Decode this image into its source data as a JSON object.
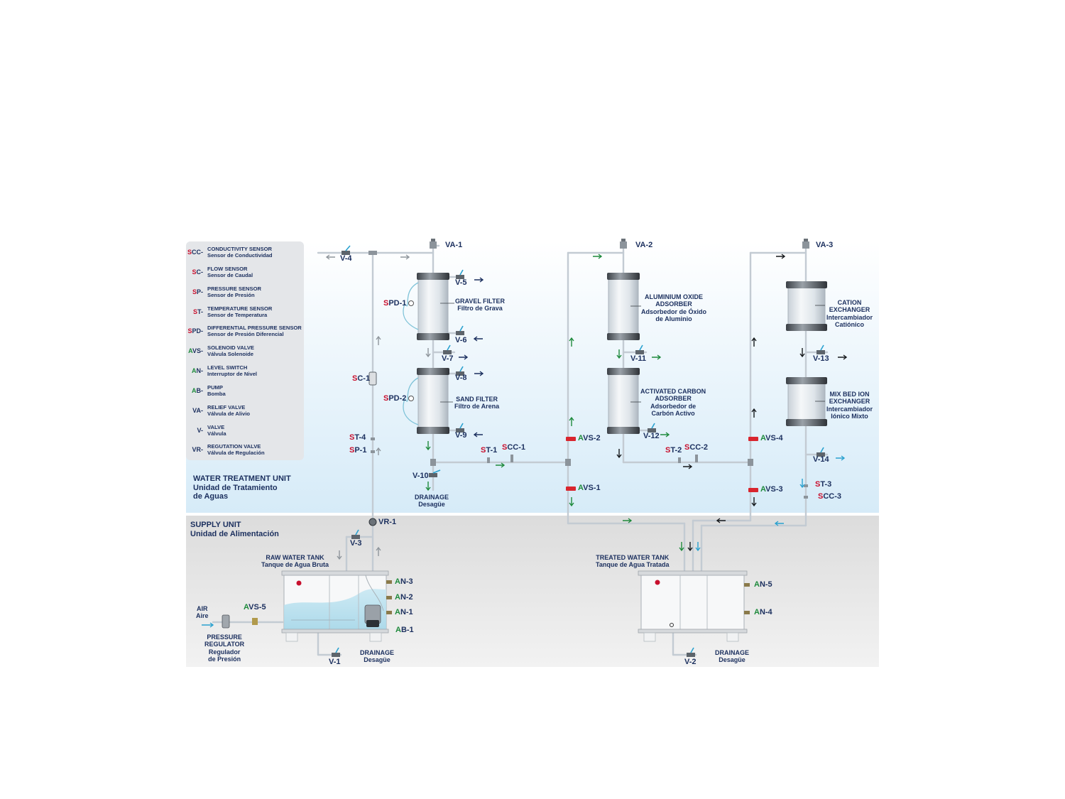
{
  "colors": {
    "navy": "#1b2f5e",
    "red": "#c8102e",
    "green": "#1e8a3c",
    "cyan": "#2aa1cf",
    "treatment_bg": "#e3f1fa",
    "supply_bg": "#e6e6e6",
    "pipe": "#c4ccd4"
  },
  "legend": [
    {
      "prefix": "S",
      "prefix_color": "red",
      "rest": "CC-",
      "en": "CONDUCTIVITY SENSOR",
      "es": "Sensor de Conductividad"
    },
    {
      "prefix": "S",
      "prefix_color": "red",
      "rest": "C-",
      "en": "FLOW SENSOR",
      "es": "Sensor de Caudal"
    },
    {
      "prefix": "S",
      "prefix_color": "red",
      "rest": "P-",
      "en": "PRESSURE SENSOR",
      "es": "Sensor de Presión"
    },
    {
      "prefix": "S",
      "prefix_color": "red",
      "rest": "T-",
      "en": "TEMPERATURE SENSOR",
      "es": "Sensor de Temperatura"
    },
    {
      "prefix": "S",
      "prefix_color": "red",
      "rest": "PD-",
      "en": "DIFFERENTIAL PRESSURE SENSOR",
      "es": "Sensor de Presión Diferencial"
    },
    {
      "prefix": "A",
      "prefix_color": "green",
      "rest": "VS-",
      "en": "SOLENOID VALVE",
      "es": "Válvula Solenoide"
    },
    {
      "prefix": "A",
      "prefix_color": "green",
      "rest": "N-",
      "en": "LEVEL SWITCH",
      "es": "Interruptor de Nivel"
    },
    {
      "prefix": "A",
      "prefix_color": "green",
      "rest": "B-",
      "en": "PUMP",
      "es": "Bomba"
    },
    {
      "prefix": "",
      "prefix_color": "navy",
      "rest": "VA-",
      "en": "RELIEF VALVE",
      "es": "Válvula de Alivio"
    },
    {
      "prefix": "",
      "prefix_color": "navy",
      "rest": "V-",
      "en": "VALVE",
      "es": "Válvula"
    },
    {
      "prefix": "",
      "prefix_color": "navy",
      "rest": "VR-",
      "en": "REGUTATION VALVE",
      "es": "Válvula de Regulación"
    }
  ],
  "sections": {
    "treatment": {
      "en": "WATER TREATMENT UNIT",
      "es1": "Unidad de Tratamiento",
      "es2": "de Aguas"
    },
    "supply": {
      "en": "SUPPLY UNIT",
      "es": "Unidad de Alimentación"
    }
  },
  "equipment": {
    "gravel": {
      "en": "GRAVEL FILTER",
      "es": "Filtro de Grava"
    },
    "sand": {
      "en": "SAND FILTER",
      "es": "Filtro de Arena"
    },
    "alumina": {
      "l1": "ALUMINIUM OXIDE",
      "l2": "ADSORBER",
      "l3": "Adsorbedor de Óxido",
      "l4": "de Aluminio"
    },
    "carbon": {
      "l1": "ACTIVATED CARBON",
      "l2": "ADSORBER",
      "l3": "Adsorbedor de",
      "l4": "Carbón Activo"
    },
    "cation": {
      "l1": "CATION",
      "l2": "EXCHANGER",
      "l3": "Intercambiador",
      "l4": "Catiónico"
    },
    "mixbed": {
      "l1": "MIX BED ION",
      "l2": "EXCHANGER",
      "l3": "Intercambiador",
      "l4": "Iónico Mixto"
    },
    "raw_tank": {
      "en": "RAW WATER TANK",
      "es": "Tanque de Agua Bruta"
    },
    "treated_tank": {
      "en": "TREATED WATER TANK",
      "es": "Tanque de Agua Tratada"
    },
    "drainage1": {
      "en": "DRAINAGE",
      "es": "Desagüe"
    },
    "drainage2": {
      "en": "DRAINAGE",
      "es": "Desagüe"
    },
    "drainage3": {
      "en": "DRAINAGE",
      "es": "Desagüe"
    },
    "air": {
      "en": "AIR",
      "es": "Aire"
    },
    "regulator": {
      "l1": "PRESSURE",
      "l2": "REGULATOR",
      "l3": "Regulador",
      "l4": "de Presión"
    }
  },
  "tags": {
    "va1": "VA-1",
    "va2": "VA-2",
    "va3": "VA-3",
    "v1": "V-1",
    "v2": "V-2",
    "v3": "V-3",
    "v4": "V-4",
    "v5": "V-5",
    "v6": "V-6",
    "v7": "V-7",
    "v8": "V-8",
    "v9": "V-9",
    "v10": "V-10",
    "v11": "V-11",
    "v12": "V-12",
    "v13": "V-13",
    "v14": "V-14",
    "vr1": "VR-1",
    "spd1": {
      "p": "S",
      "r": "PD-1"
    },
    "spd2": {
      "p": "S",
      "r": "PD-2"
    },
    "sc1": {
      "p": "S",
      "r": "C-1"
    },
    "st4": {
      "p": "S",
      "r": "T-4"
    },
    "sp1": {
      "p": "S",
      "r": "P-1"
    },
    "st1": {
      "p": "S",
      "r": "T-1"
    },
    "scc1": {
      "p": "S",
      "r": "CC-1"
    },
    "st2": {
      "p": "S",
      "r": "T-2"
    },
    "scc2": {
      "p": "S",
      "r": "CC-2"
    },
    "st3": {
      "p": "S",
      "r": "T-3"
    },
    "scc3": {
      "p": "S",
      "r": "CC-3"
    },
    "avs1": {
      "p": "A",
      "r": "VS-1"
    },
    "avs2": {
      "p": "A",
      "r": "VS-2"
    },
    "avs3": {
      "p": "A",
      "r": "VS-3"
    },
    "avs4": {
      "p": "A",
      "r": "VS-4"
    },
    "avs5": {
      "p": "A",
      "r": "VS-5"
    },
    "an1": {
      "p": "A",
      "r": "N-1"
    },
    "an2": {
      "p": "A",
      "r": "N-2"
    },
    "an3": {
      "p": "A",
      "r": "N-3"
    },
    "an4": {
      "p": "A",
      "r": "N-4"
    },
    "an5": {
      "p": "A",
      "r": "N-5"
    },
    "ab1": {
      "p": "A",
      "r": "B-1"
    }
  }
}
